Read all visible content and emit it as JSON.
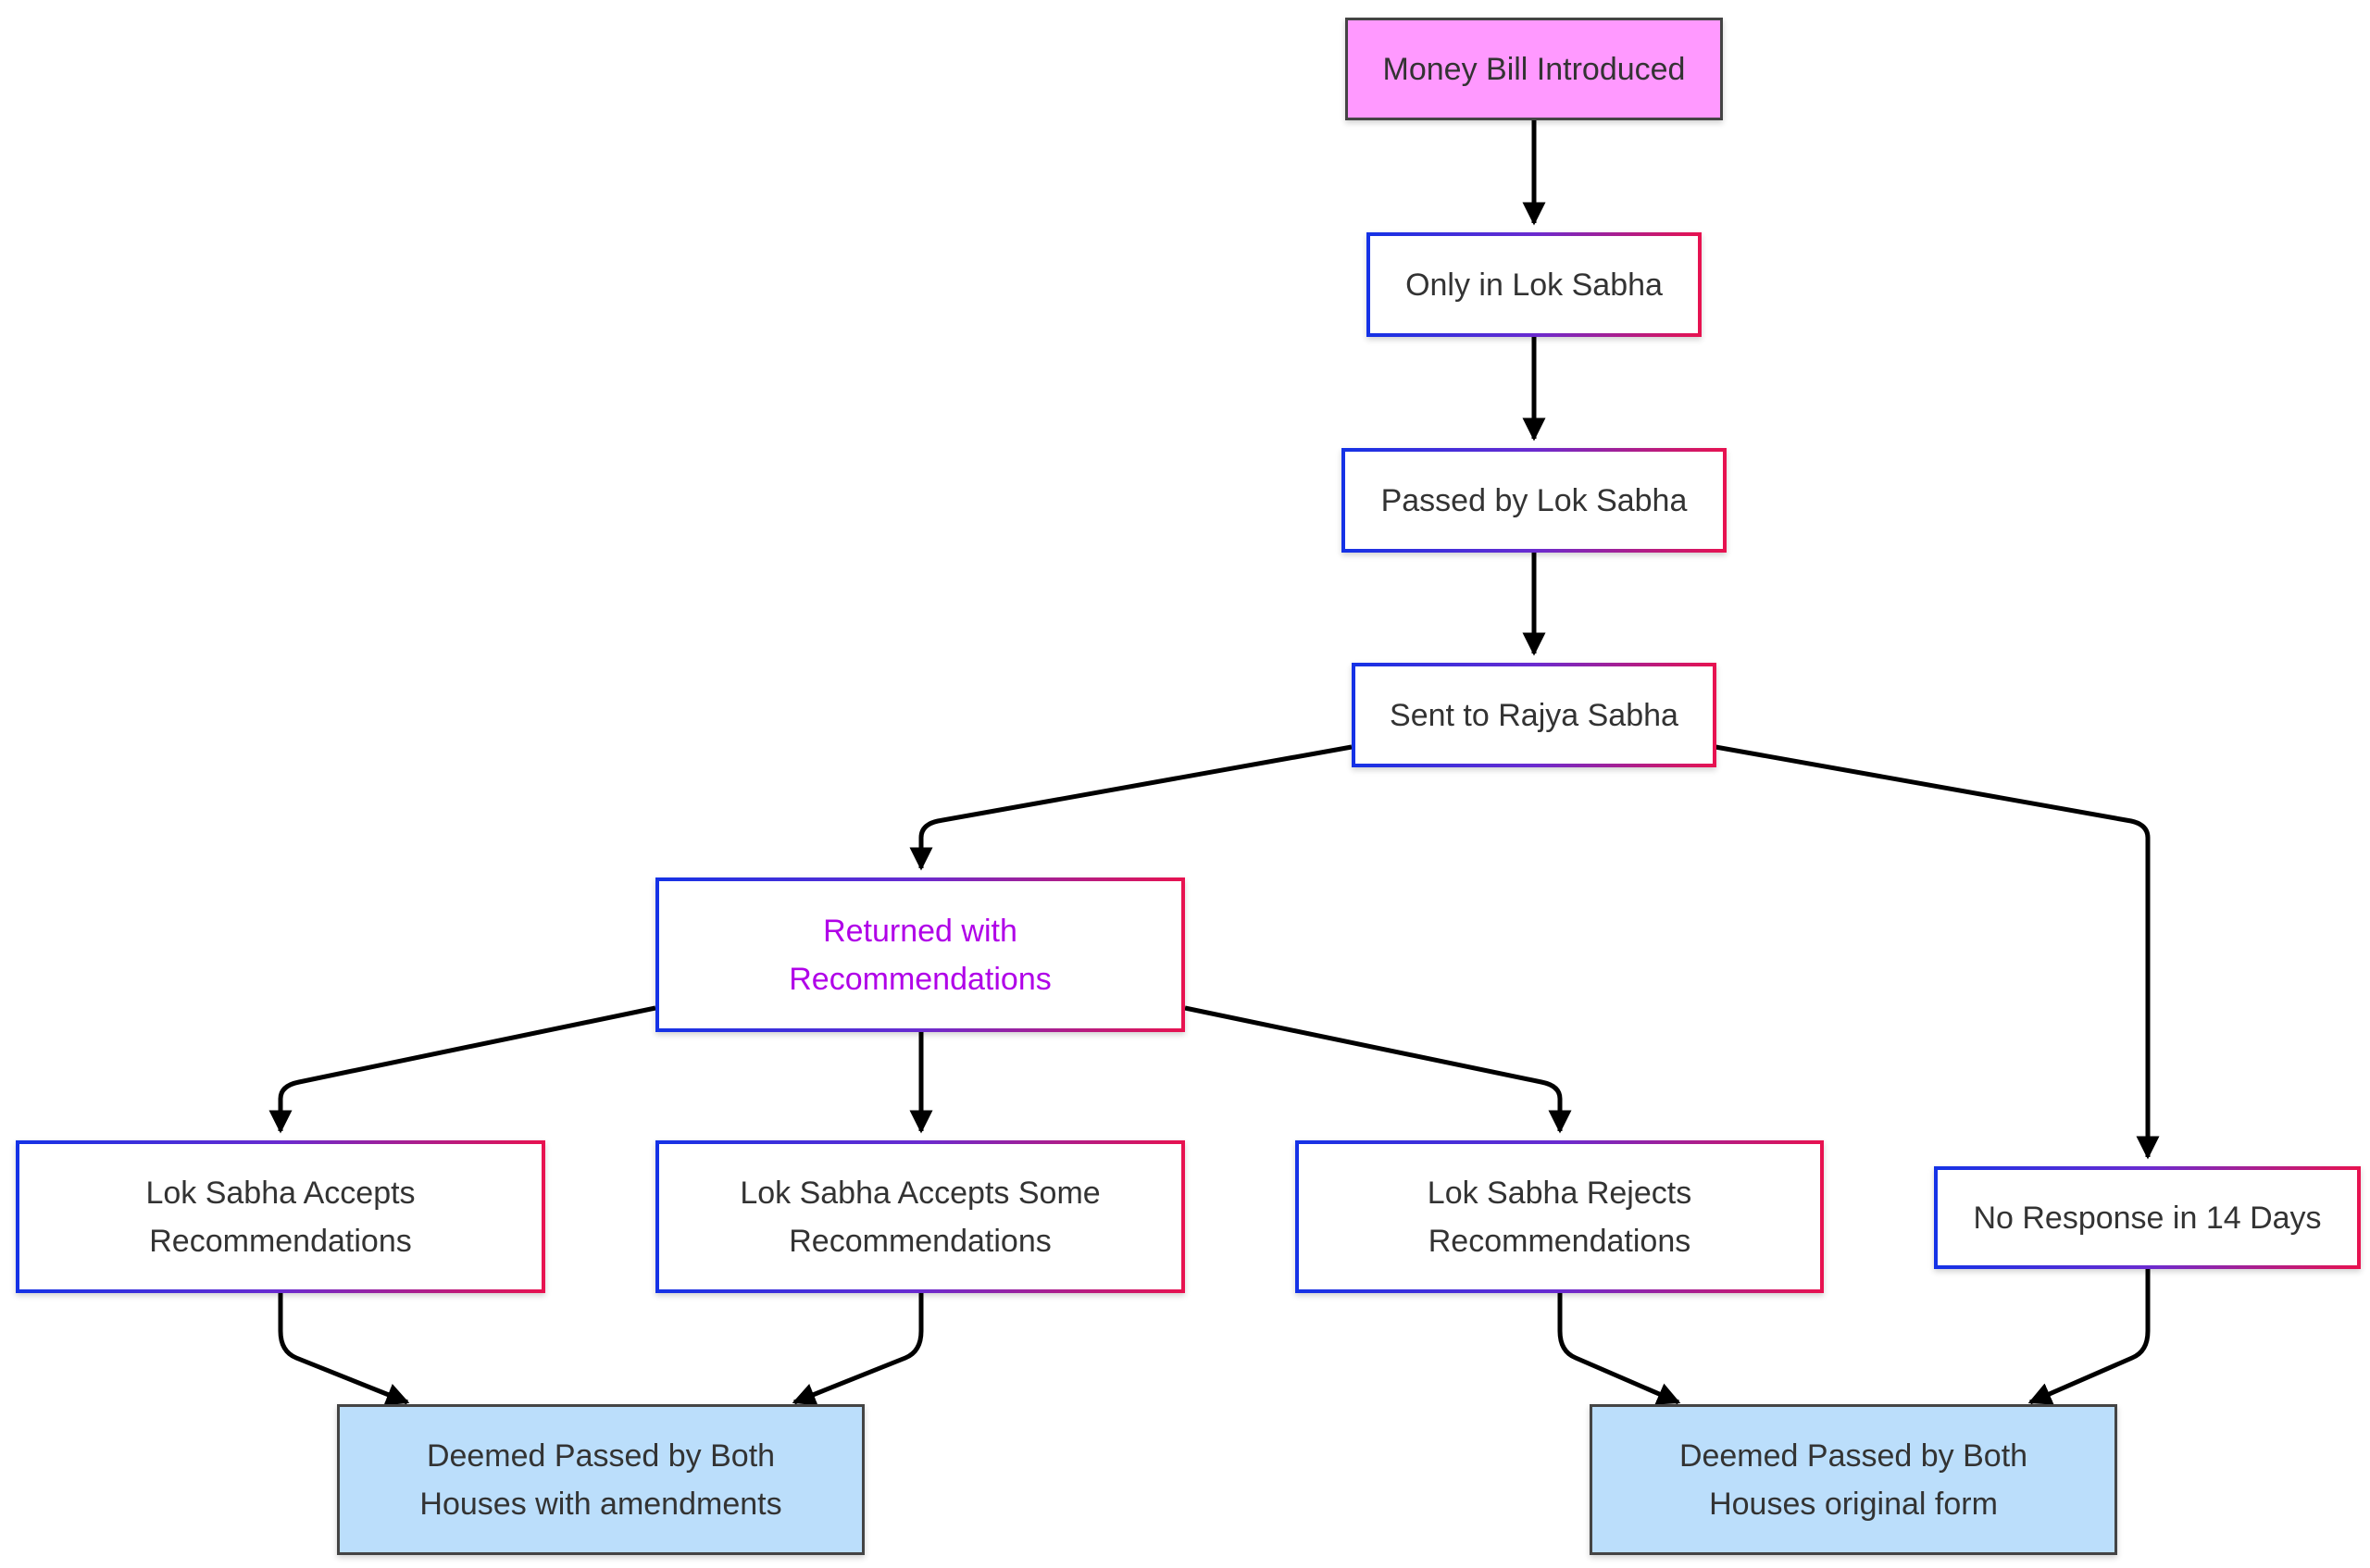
{
  "colors": {
    "start_fill": "#ff99ff",
    "end_fill": "#bbdefb",
    "border_blue": "#1432e6",
    "border_red": "#e8124f",
    "highlight_text": "#b000e8",
    "edge": "#000000"
  },
  "nodes": {
    "money_bill_introduced": "Money Bill Introduced",
    "only_in_lok_sabha": "Only in Lok Sabha",
    "passed_by_lok_sabha": "Passed by Lok Sabha",
    "sent_to_rajya_sabha": "Sent to Rajya Sabha",
    "returned_with_recommendations": "Returned with\nRecommendations",
    "lok_sabha_accepts": "Lok Sabha Accepts\nRecommendations",
    "lok_sabha_accepts_some": "Lok Sabha Accepts Some\nRecommendations",
    "lok_sabha_rejects": "Lok Sabha Rejects\nRecommendations",
    "no_response": "No Response in 14 Days",
    "deemed_passed_amendments": "Deemed Passed by Both\nHouses with amendments",
    "deemed_passed_original": "Deemed Passed by Both\nHouses original form"
  }
}
